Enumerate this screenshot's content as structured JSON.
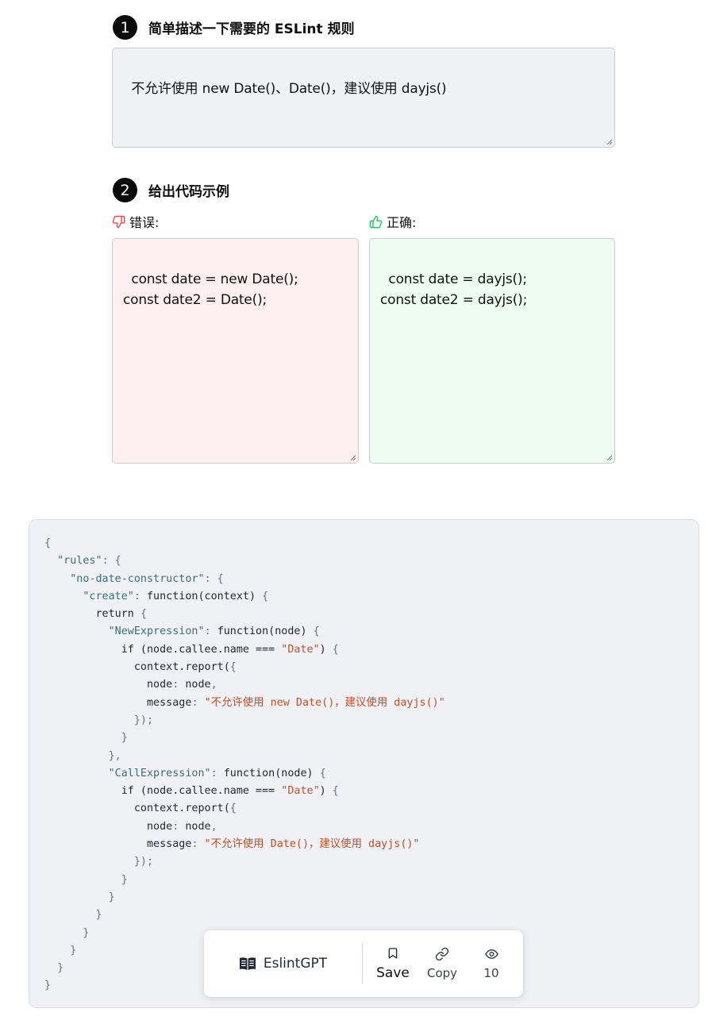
{
  "step1": {
    "number": "1",
    "title": "简单描述一下需要的 ESLint 规则",
    "description": "不允许使用 new Date()、Date()，建议使用 dayjs()"
  },
  "step2": {
    "number": "2",
    "title": "给出代码示例",
    "wrong_label": "错误:",
    "right_label": "正确:",
    "wrong_code": "const date = new Date();\nconst date2 = Date();",
    "right_code": "const date = dayjs();\nconst date2 = dayjs();"
  },
  "generated_code": [
    [
      [
        "p",
        "{"
      ]
    ],
    [
      [
        "p",
        "  "
      ],
      [
        "k",
        "\"rules\""
      ],
      [
        "p",
        ": {"
      ]
    ],
    [
      [
        "p",
        "    "
      ],
      [
        "k",
        "\"no-date-constructor\""
      ],
      [
        "p",
        ": {"
      ]
    ],
    [
      [
        "p",
        "      "
      ],
      [
        "k",
        "\"create\""
      ],
      [
        "p",
        ": "
      ],
      [
        "c",
        "function(context) "
      ],
      [
        "p",
        "{"
      ]
    ],
    [
      [
        "c",
        "        return "
      ],
      [
        "p",
        "{"
      ]
    ],
    [
      [
        "p",
        "          "
      ],
      [
        "k",
        "\"NewExpression\""
      ],
      [
        "p",
        ": "
      ],
      [
        "c",
        "function(node) "
      ],
      [
        "p",
        "{"
      ]
    ],
    [
      [
        "c",
        "            if (node.callee.name === "
      ],
      [
        "s",
        "\"Date\""
      ],
      [
        "c",
        ") "
      ],
      [
        "p",
        "{"
      ]
    ],
    [
      [
        "c",
        "              context.report("
      ],
      [
        "p",
        "{"
      ]
    ],
    [
      [
        "c",
        "                node"
      ],
      [
        "p",
        ": "
      ],
      [
        "c",
        "node"
      ],
      [
        "p",
        ","
      ]
    ],
    [
      [
        "c",
        "                message"
      ],
      [
        "p",
        ": "
      ],
      [
        "s",
        "\"不允许使用 new Date()，建议使用 dayjs()\""
      ]
    ],
    [
      [
        "p",
        "              });"
      ]
    ],
    [
      [
        "p",
        "            }"
      ]
    ],
    [
      [
        "p",
        "          },"
      ]
    ],
    [
      [
        "p",
        "          "
      ],
      [
        "k",
        "\"CallExpression\""
      ],
      [
        "p",
        ": "
      ],
      [
        "c",
        "function(node) "
      ],
      [
        "p",
        "{"
      ]
    ],
    [
      [
        "c",
        "            if (node.callee.name === "
      ],
      [
        "s",
        "\"Date\""
      ],
      [
        "c",
        ") "
      ],
      [
        "p",
        "{"
      ]
    ],
    [
      [
        "c",
        "              context.report("
      ],
      [
        "p",
        "{"
      ]
    ],
    [
      [
        "c",
        "                node"
      ],
      [
        "p",
        ": "
      ],
      [
        "c",
        "node"
      ],
      [
        "p",
        ","
      ]
    ],
    [
      [
        "c",
        "                message"
      ],
      [
        "p",
        ": "
      ],
      [
        "s",
        "\"不允许使用 Date()，建议使用 dayjs()\""
      ]
    ],
    [
      [
        "p",
        "              });"
      ]
    ],
    [
      [
        "p",
        "            }"
      ]
    ],
    [
      [
        "p",
        "          }"
      ]
    ],
    [
      [
        "p",
        "        }"
      ]
    ],
    [
      [
        "p",
        "      }"
      ]
    ],
    [
      [
        "p",
        "    }"
      ]
    ],
    [
      [
        "p",
        "  }"
      ]
    ],
    [
      [
        "p",
        "}"
      ]
    ]
  ],
  "toolbar": {
    "brand": "EslintGPT",
    "brand_icon": "book-open-icon",
    "save_label": "Save",
    "copy_label": "Copy",
    "views_count": "10"
  }
}
